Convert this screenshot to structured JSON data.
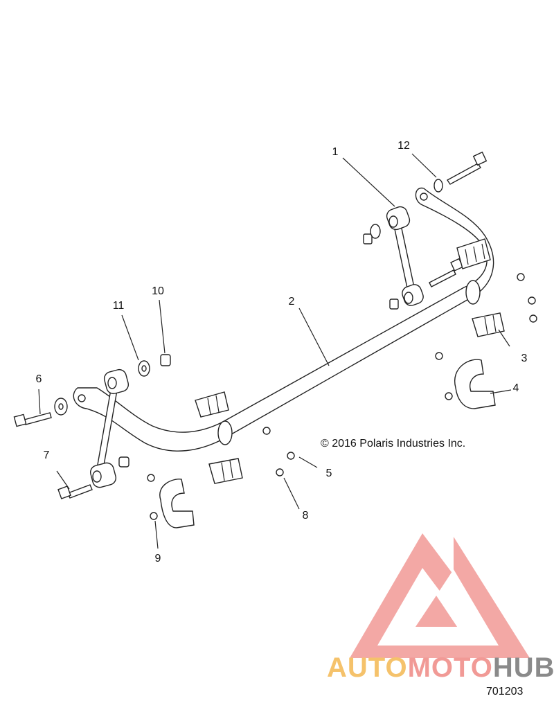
{
  "callouts": [
    {
      "id": "1",
      "label": "1"
    },
    {
      "id": "2",
      "label": "2"
    },
    {
      "id": "3",
      "label": "3"
    },
    {
      "id": "4",
      "label": "4"
    },
    {
      "id": "5",
      "label": "5"
    },
    {
      "id": "6",
      "label": "6"
    },
    {
      "id": "7",
      "label": "7"
    },
    {
      "id": "8",
      "label": "8"
    },
    {
      "id": "9",
      "label": "9"
    },
    {
      "id": "10",
      "label": "10"
    },
    {
      "id": "11",
      "label": "11"
    },
    {
      "id": "12",
      "label": "12"
    }
  ],
  "copyright": "© 2016 Polaris Industries Inc.",
  "watermark": {
    "part1": "AUTO",
    "part2": "MOTO",
    "part3": "HUB",
    "color1": "#f5c26b",
    "color2": "#f19a96",
    "color3": "#8a8a8a",
    "triangle_color": "#f19a96"
  },
  "part_number": "701203"
}
